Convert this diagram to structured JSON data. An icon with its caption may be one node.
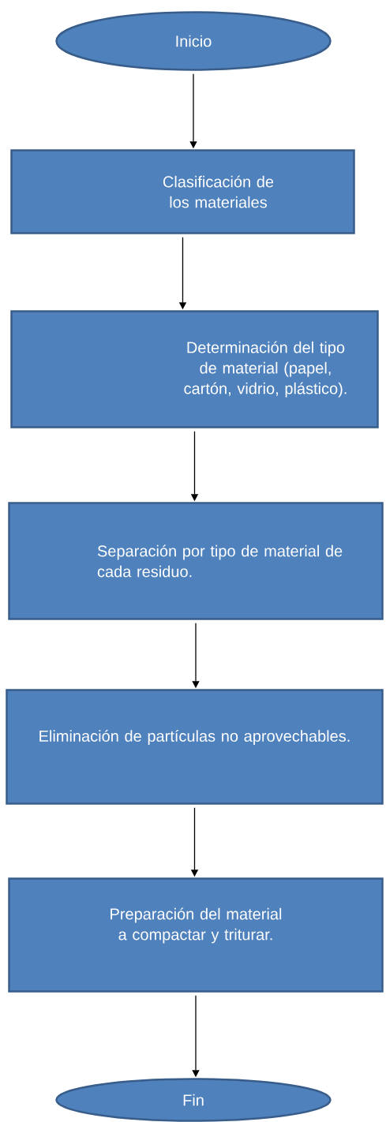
{
  "diagram": {
    "nodes": [
      {
        "text": [
          "Inicio"
        ]
      },
      {
        "text": [
          "Clasificación de los materiales"
        ]
      },
      {
        "text": [
          "Determinación del tipo de material  (papel, cartón, vidrio, plástico)."
        ]
      },
      {
        "text": [
          "Separación por tipo de material de cada residuo."
        ]
      },
      {
        "text": [
          "Eliminación de partículas no aprovechables."
        ]
      },
      {
        "text": [
          "Preparación del material a compactar y triturar."
        ]
      },
      {
        "text": [
          "Fin"
        ]
      }
    ],
    "edges": [
      {
        "from": 0,
        "to": 1,
        "arrow": "to"
      },
      {
        "from": 1,
        "to": 2,
        "arrow": "to"
      },
      {
        "from": 2,
        "to": 3,
        "arrow": "to"
      },
      {
        "from": 3,
        "to": 4,
        "arrow": "to"
      },
      {
        "from": 4,
        "to": 5,
        "arrow": "to"
      },
      {
        "from": 5,
        "to": 6,
        "arrow": "to"
      }
    ]
  }
}
